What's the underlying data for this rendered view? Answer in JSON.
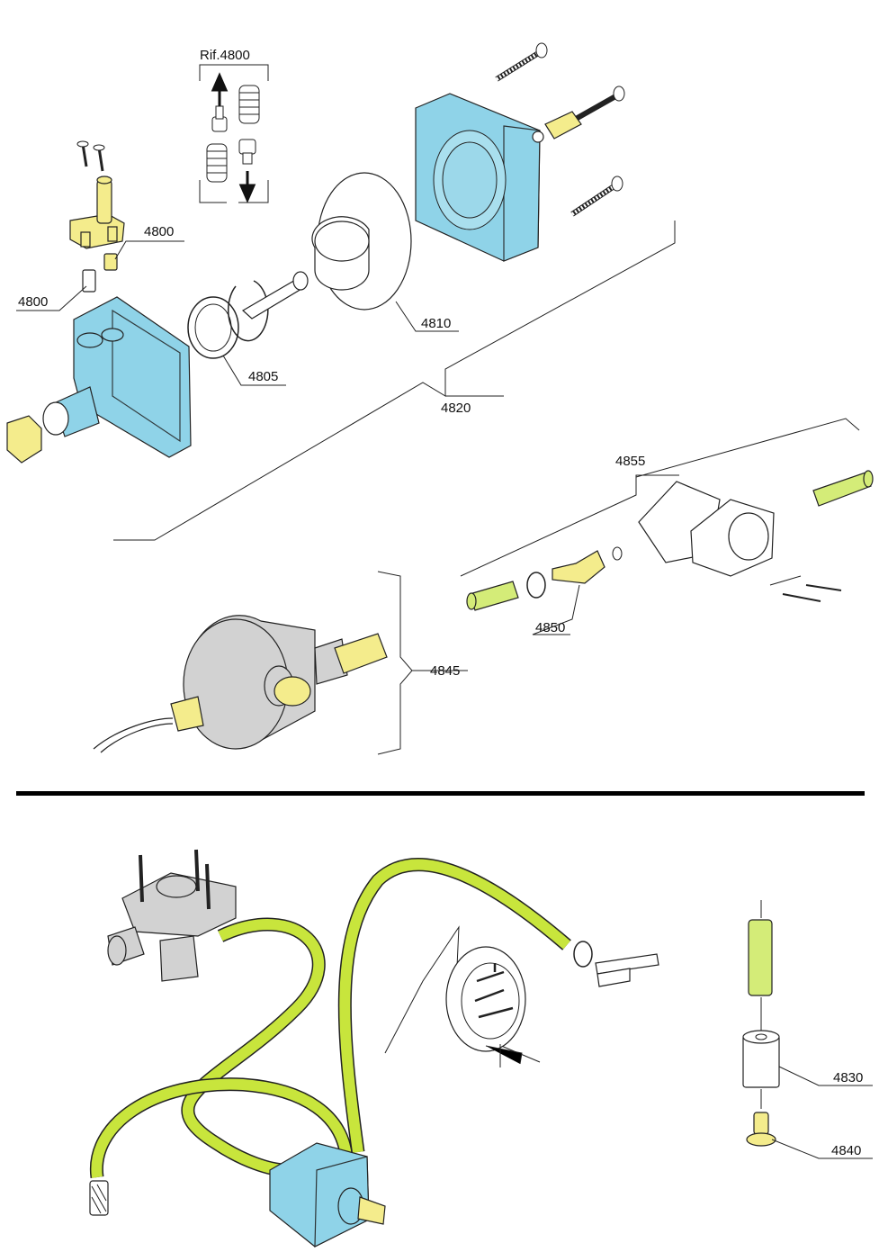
{
  "reference_label": "Rif.4800",
  "callouts": {
    "c4800_upper": "4800",
    "c4800_lower": "4800",
    "c4810": "4810",
    "c4805": "4805",
    "c4820": "4820",
    "c4855": "4855",
    "c4850": "4850",
    "c4845": "4845",
    "c4830": "4830",
    "c4840": "4840"
  },
  "colors": {
    "pump_blue": "#8fd3e8",
    "brass_yellow": "#f4ec8c",
    "hose_green": "#c8e53c",
    "grey_part": "#d2d2d2",
    "divider": "#000000"
  }
}
